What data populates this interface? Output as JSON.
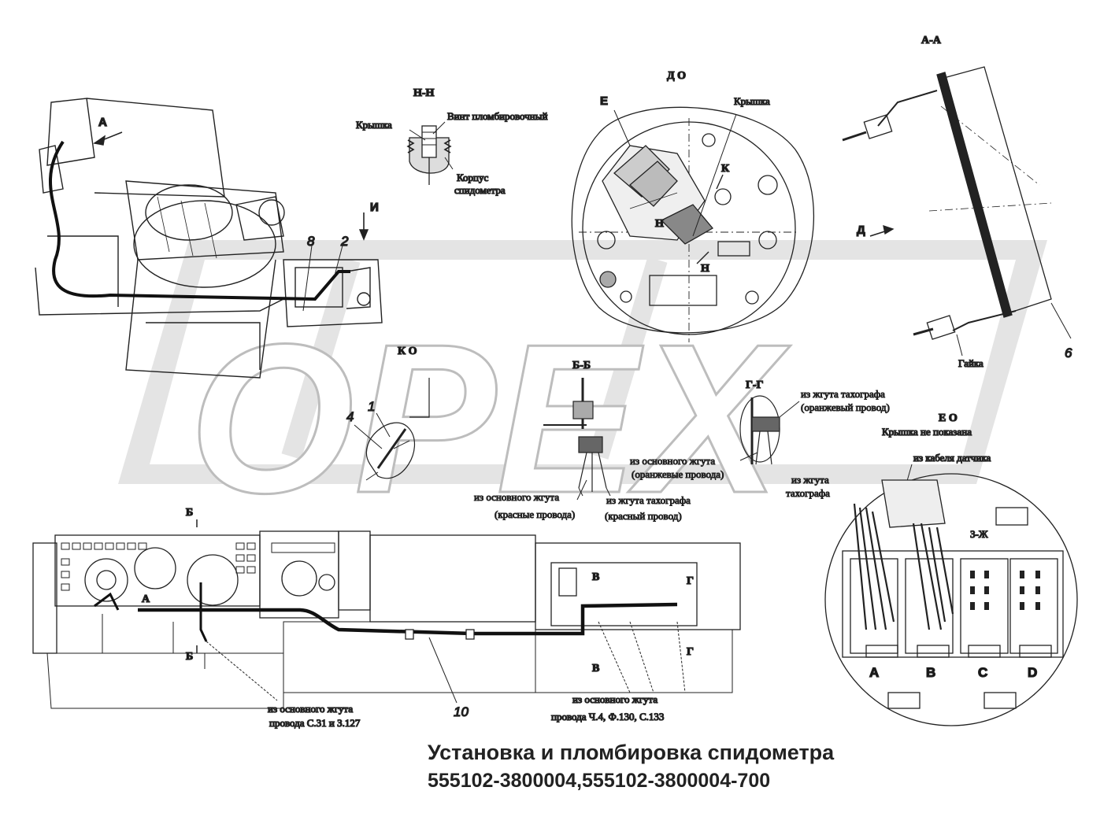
{
  "watermark": "OPEX",
  "title": "Установка и пломбировка спидометра",
  "part_numbers": "555102-3800004,555102-3800004-700",
  "section_labels": {
    "nn": "Н-Н",
    "do": "Д О",
    "aa": "А-А",
    "ko": "К О",
    "bb": "Б-Б",
    "gg": "Г-Г",
    "eo": "Е О"
  },
  "view_markers": {
    "a": "А",
    "i": "И",
    "d": "Д",
    "e": "Е",
    "k": "К",
    "n1": "Н",
    "n2": "Н",
    "b_top": "Б",
    "b_bot": "Б",
    "v_top": "В",
    "v_bot": "В",
    "g_top": "Г",
    "g_bot": "Г",
    "a_dash": "А"
  },
  "numbers": {
    "n1": "1",
    "n2": "2",
    "n4": "4",
    "n6": "6",
    "n8": "8",
    "n10": "10"
  },
  "callouts": {
    "kryshka_nn": "Крышка",
    "vint": "Винт пломбировочный",
    "korpus_1": "Корпус",
    "korpus_2": "спидометра",
    "kryshka_do": "Крышка",
    "gaika": "Гайка",
    "takh_or_1": "из жгута тахографа",
    "takh_or_2": "(оранжевый провод)",
    "kryshka_ne": "Крышка не показана",
    "kabel": "из кабеля датчика",
    "osn_or_1": "из основного жгута",
    "osn_or_2": "(оранжевые провода)",
    "takh_2_1": "из жгута",
    "takh_2_2": "тахографа",
    "osn_red_1": "из основного жгута",
    "osn_red_2": "(красные провода)",
    "takh_red_1": "из жгута тахографа",
    "takh_red_2": "(красный провод)",
    "osn_c_1": "из основного жгута",
    "osn_c_2": "провода С.31 и З.127",
    "osn_ch_1": "из основного жгута",
    "osn_ch_2": "провода Ч.4, Ф.130, С.133",
    "zh": "З-Ж"
  },
  "connectors": [
    "A",
    "B",
    "C",
    "D"
  ]
}
